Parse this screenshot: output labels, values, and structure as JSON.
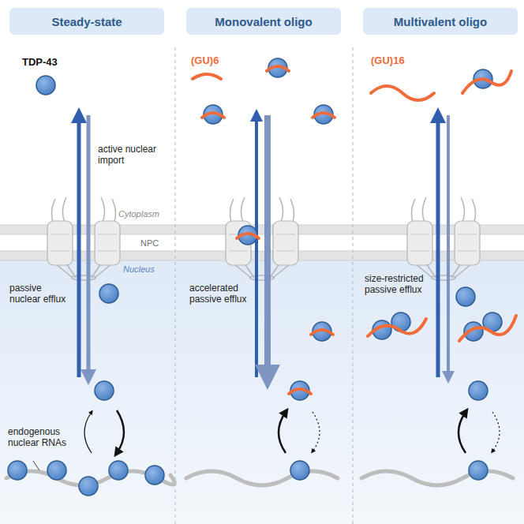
{
  "diagram": {
    "nodes": [
      {
        "text": [
          "Steady-state"
        ]
      },
      {
        "text": [
          "Monovalent oligo"
        ]
      },
      {
        "text": [
          "Multivalent oligo"
        ]
      }
    ],
    "labels": [
      "TDP-43",
      "active nuclear import",
      "Cytoplasm",
      "NPC",
      "Nucleus",
      "passive nuclear efflux",
      "endogenous nuclear RNAs",
      "(GU)6",
      "accelerated passive efflux",
      "(GU)16",
      "size-restricted passive efflux"
    ]
  }
}
